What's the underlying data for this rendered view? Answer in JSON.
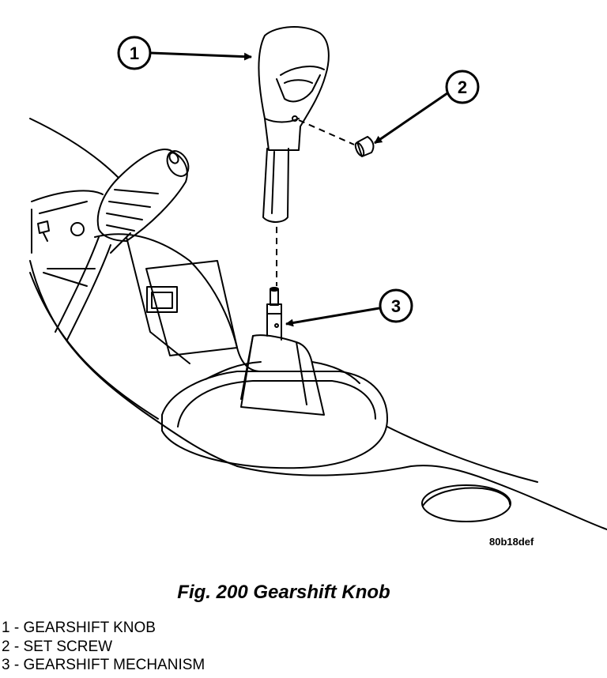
{
  "figure": {
    "code": "80b18def",
    "caption": "Fig. 200 Gearshift Knob",
    "callouts": [
      {
        "number": "1",
        "target": "gearshift-knob"
      },
      {
        "number": "2",
        "target": "set-screw"
      },
      {
        "number": "3",
        "target": "gearshift-mechanism"
      }
    ]
  },
  "legend": [
    "1 - GEARSHIFT KNOB",
    "2 - SET SCREW",
    "3 - GEARSHIFT MECHANISM"
  ],
  "colors": {
    "line": "#000000",
    "background": "#ffffff"
  }
}
